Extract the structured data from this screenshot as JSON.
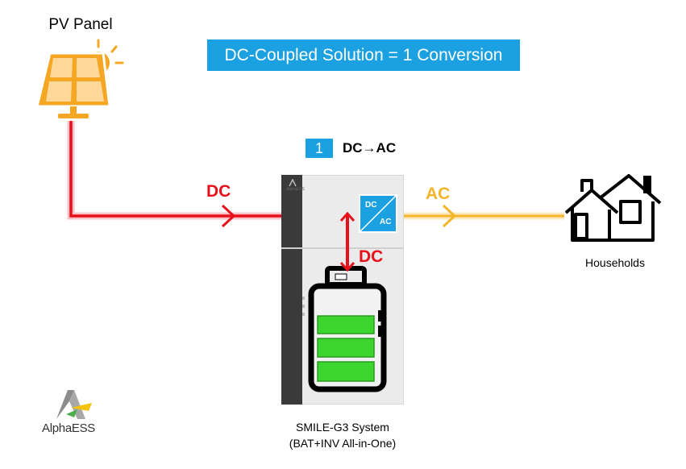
{
  "pv_panel": {
    "label": "PV Panel",
    "icon": "solar-panel-with-sun-icon"
  },
  "title": "DC-Coupled Solution = 1 Conversion",
  "step": {
    "number": "1",
    "text": "DC→AC"
  },
  "flows": {
    "dc_from_pv": "DC",
    "dc_to_battery": "DC",
    "ac_to_household": "AC"
  },
  "converter": {
    "top": "DC",
    "bottom": "AC"
  },
  "households": {
    "label": "Households",
    "icon": "house-icon"
  },
  "system": {
    "line1": "SMILE-G3 System",
    "line2": "(BAT+INV All-in-One)",
    "brand_on_device": "AlphaESS"
  },
  "logo": {
    "text": "AlphaESS"
  },
  "colors": {
    "accent_blue": "#1BA1E2",
    "dc_red": "#E8101A",
    "ac_yellow": "#F5B52A",
    "battery_green": "#3DD62F",
    "panel_orange": "#F5A623"
  }
}
